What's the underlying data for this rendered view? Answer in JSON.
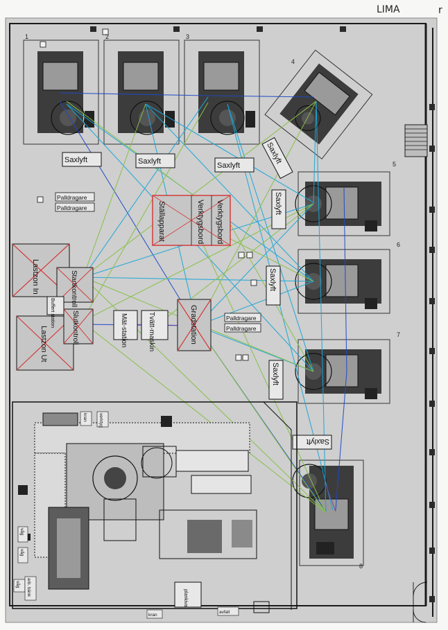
{
  "header": {
    "handwritten_code": "LIMA",
    "handwritten_mark": "r"
  },
  "machines": {
    "lift_label": "Saxlyft",
    "numbers": [
      "1",
      "2",
      "3",
      "4",
      "5",
      "6",
      "7",
      "8"
    ]
  },
  "stations": {
    "pall_label": "Palldragare",
    "stallapparat": "Ställapparat",
    "verktygsbord_1": "Verktygsbord",
    "verktygsbord_2": "Verktygsbord",
    "lastzon_in": "Lastzon In",
    "lastzon_ut": "Lastzon Ut",
    "startkontroll": "Startkontroll",
    "slutkontroll": "Slutkontroll",
    "buffert": "Buffert station",
    "matstation": "Mät-station",
    "tvattmaskin": "Tvätt-maskin",
    "gradstation": "Gradstation"
  },
  "lower_area": {
    "room_label": "plankiva",
    "small_tags": [
      "kran",
      "våg",
      "våg",
      "våg",
      "arb. bänk",
      "verktyg",
      "avfall",
      "kran"
    ]
  },
  "colors": {
    "paper": "#f7f7f5",
    "floor": "#cfcfcf",
    "ink": "#1a1a1a",
    "station_box": "#d23b3b",
    "flow_blue": "#1f49c8",
    "flow_cyan": "#1aa6d6",
    "flow_green": "#86c047"
  }
}
